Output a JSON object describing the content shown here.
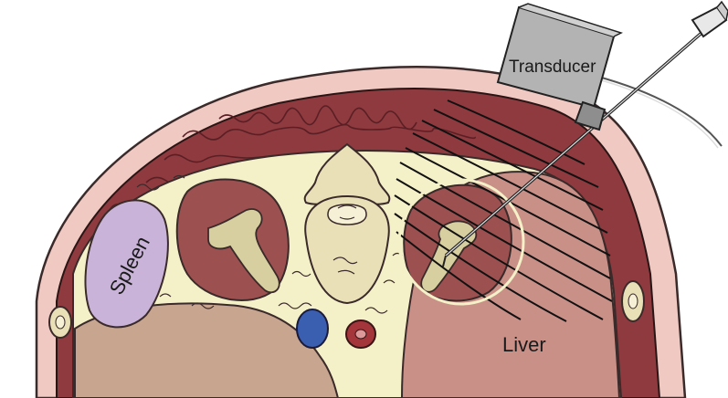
{
  "labels": {
    "transducer": "Transducer",
    "liver": "Liver",
    "spleen": "Spleen"
  },
  "colors": {
    "skin": "#f0c9c3",
    "muscle": "#8e3a3f",
    "fat": "#f4f0c8",
    "kidney": "#9c5150",
    "renal_pelvis": "#d8cfa0",
    "vertebra": "#e9e0b8",
    "spleen": "#c9b3d9",
    "liver": "#c99088",
    "cavity": "#c7a58f",
    "vein": "#3a5fb0",
    "artery": "#a3353b",
    "transducer": "#b3b3b3"
  },
  "icons": [
    "transducer-icon",
    "needle-icon",
    "ultrasound-beam-icon"
  ]
}
